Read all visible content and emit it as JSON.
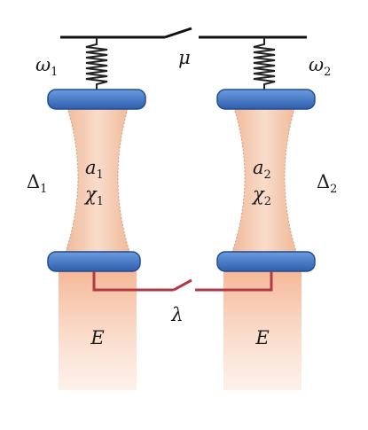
{
  "diagram": {
    "coupling_top": "μ",
    "coupling_bottom": "λ",
    "left": {
      "spring_label": "ω",
      "spring_sub": "1",
      "detuning": "Δ",
      "detuning_sub": "1",
      "mode": "a",
      "mode_sub": "1",
      "nonlinearity": "χ",
      "nonlinearity_sub": "1",
      "environment": "E"
    },
    "right": {
      "spring_label": "ω",
      "spring_sub": "2",
      "detuning": "Δ",
      "detuning_sub": "2",
      "mode": "a",
      "mode_sub": "2",
      "nonlinearity": "χ",
      "nonlinearity_sub": "2",
      "environment": "E"
    }
  },
  "colors": {
    "mirror": "#3f74c4",
    "mirror_top": "#6b9be0",
    "cavity_fill": "#f2c4a8",
    "beam": "#f6b896",
    "wire_bottom": "#b23a48",
    "wire_top": "#111111",
    "spring": "#222222"
  }
}
